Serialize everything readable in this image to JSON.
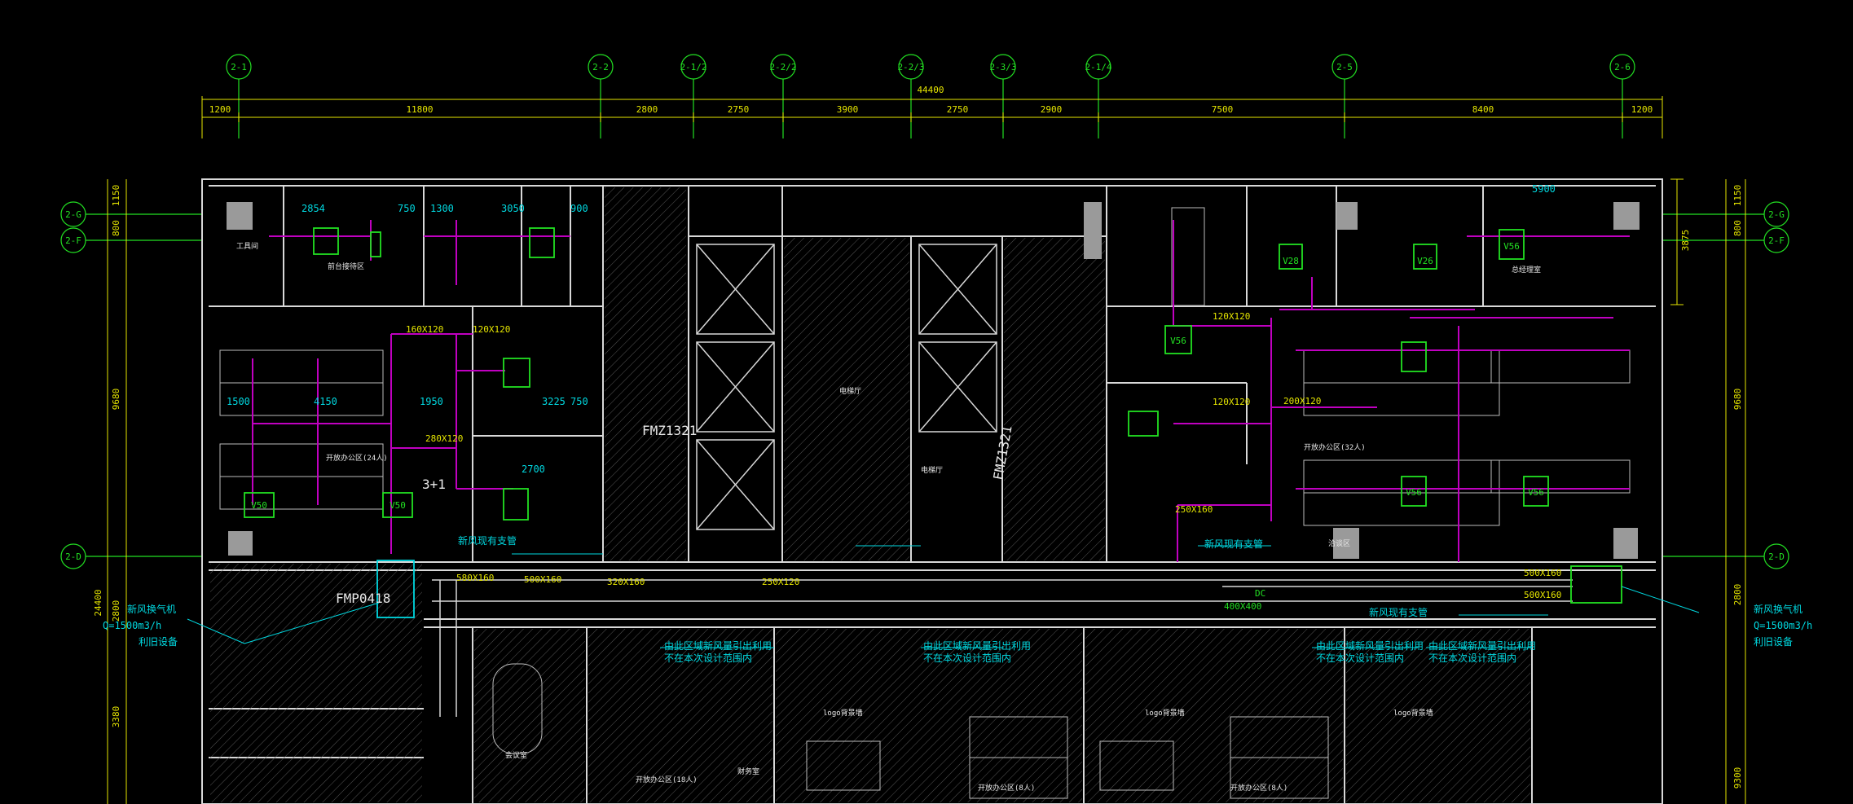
{
  "colors": {
    "background": "#000000",
    "wall": "#d8d8d8",
    "dim": "#e6e600",
    "axis": "#22e022",
    "duct": "#c000c0",
    "note": "#00d8e0",
    "unit": "#22e022"
  },
  "grid_columns": [
    {
      "label": "2-1"
    },
    {
      "label": "2-2"
    },
    {
      "label": "2-1/2"
    },
    {
      "label": "2-2/2"
    },
    {
      "label": "2-2/3"
    },
    {
      "label": "2-3/3"
    },
    {
      "label": "2-1/4"
    },
    {
      "label": "2-5"
    },
    {
      "label": "2-6"
    }
  ],
  "grid_rows_left": [
    {
      "label": "2-G"
    },
    {
      "label": "2-F"
    },
    {
      "label": "2-D"
    }
  ],
  "grid_rows_right": [
    {
      "label": "2-G"
    },
    {
      "label": "2-F"
    },
    {
      "label": "2-D"
    }
  ],
  "dimensions": {
    "total": "44400",
    "segments": [
      "1200",
      "11800",
      "2800",
      "2750",
      "3900",
      "2750",
      "2900",
      "7500",
      "8400",
      "1200"
    ],
    "left": [
      "1150",
      "800",
      "9680",
      "24400",
      "2800",
      "3380"
    ],
    "right": [
      "1150",
      "800",
      "3875",
      "9680",
      "2800",
      "9300"
    ]
  },
  "duct_sizes": [
    {
      "text": "160X120"
    },
    {
      "text": "120X120"
    },
    {
      "text": "280X120"
    },
    {
      "text": "120X120"
    },
    {
      "text": "200X120"
    },
    {
      "text": "250X160"
    },
    {
      "text": "580X160"
    },
    {
      "text": "500X160"
    },
    {
      "text": "320X160"
    },
    {
      "text": "250X120"
    },
    {
      "text": "500X160"
    },
    {
      "text": "500X160"
    },
    {
      "text": "400X400"
    },
    {
      "text": "120X120"
    }
  ],
  "unit_labels": [
    {
      "text": "V50"
    },
    {
      "text": "V50"
    },
    {
      "text": "V28"
    },
    {
      "text": "V26"
    },
    {
      "text": "V56"
    },
    {
      "text": "V56"
    },
    {
      "text": "V56"
    },
    {
      "text": "V56"
    }
  ],
  "door_tags": [
    {
      "text": "FMZ1321"
    },
    {
      "text": "FMZ1321"
    },
    {
      "text": "FMP0418"
    }
  ],
  "room_area": {
    "text": "3+1"
  },
  "dc_tag": {
    "text": "DC"
  },
  "notes": [
    {
      "text": "新风换气机"
    },
    {
      "text": "Q=1500m3/h"
    },
    {
      "text": "利旧设备"
    },
    {
      "text": "新风换气机"
    },
    {
      "text": "Q=1500m3/h"
    },
    {
      "text": "利旧设备"
    },
    {
      "text": "新风现有支管"
    },
    {
      "text": "新风现有支管"
    },
    {
      "text": "新风现有支管"
    },
    {
      "text": "由此区域新风量引出利用"
    },
    {
      "text": "不在本次设计范围内"
    },
    {
      "text": "由此区域新风量引出利用"
    },
    {
      "text": "不在本次设计范围内"
    },
    {
      "text": "由此区域新风量引出利用"
    },
    {
      "text": "不在本次设计范围内"
    },
    {
      "text": "由此区域新风量引出利用"
    },
    {
      "text": "不在本次设计范围内"
    }
  ],
  "room_labels": [
    {
      "text": "工具间"
    },
    {
      "text": "前台接待区"
    },
    {
      "text": "电梯厅"
    },
    {
      "text": "电梯厅"
    },
    {
      "text": "开放办公区(32人)"
    },
    {
      "text": "开放办公区(24人)"
    },
    {
      "text": "总经理室"
    },
    {
      "text": "logo背景墙"
    },
    {
      "text": "logo背景墙"
    },
    {
      "text": "logo背景墙"
    },
    {
      "text": "开放办公区(18人)"
    },
    {
      "text": "开放办公区(8人)"
    },
    {
      "text": "开放办公区(8人)"
    },
    {
      "text": "会议室"
    },
    {
      "text": "财务室"
    },
    {
      "text": "洽谈区"
    }
  ],
  "small_text": [
    {
      "text": "2854"
    },
    {
      "text": "750"
    },
    {
      "text": "1300"
    },
    {
      "text": "3050"
    },
    {
      "text": "900"
    },
    {
      "text": "1500"
    },
    {
      "text": "4150"
    },
    {
      "text": "1950"
    },
    {
      "text": "3225"
    },
    {
      "text": "750"
    },
    {
      "text": "5900"
    },
    {
      "text": "2700"
    }
  ]
}
